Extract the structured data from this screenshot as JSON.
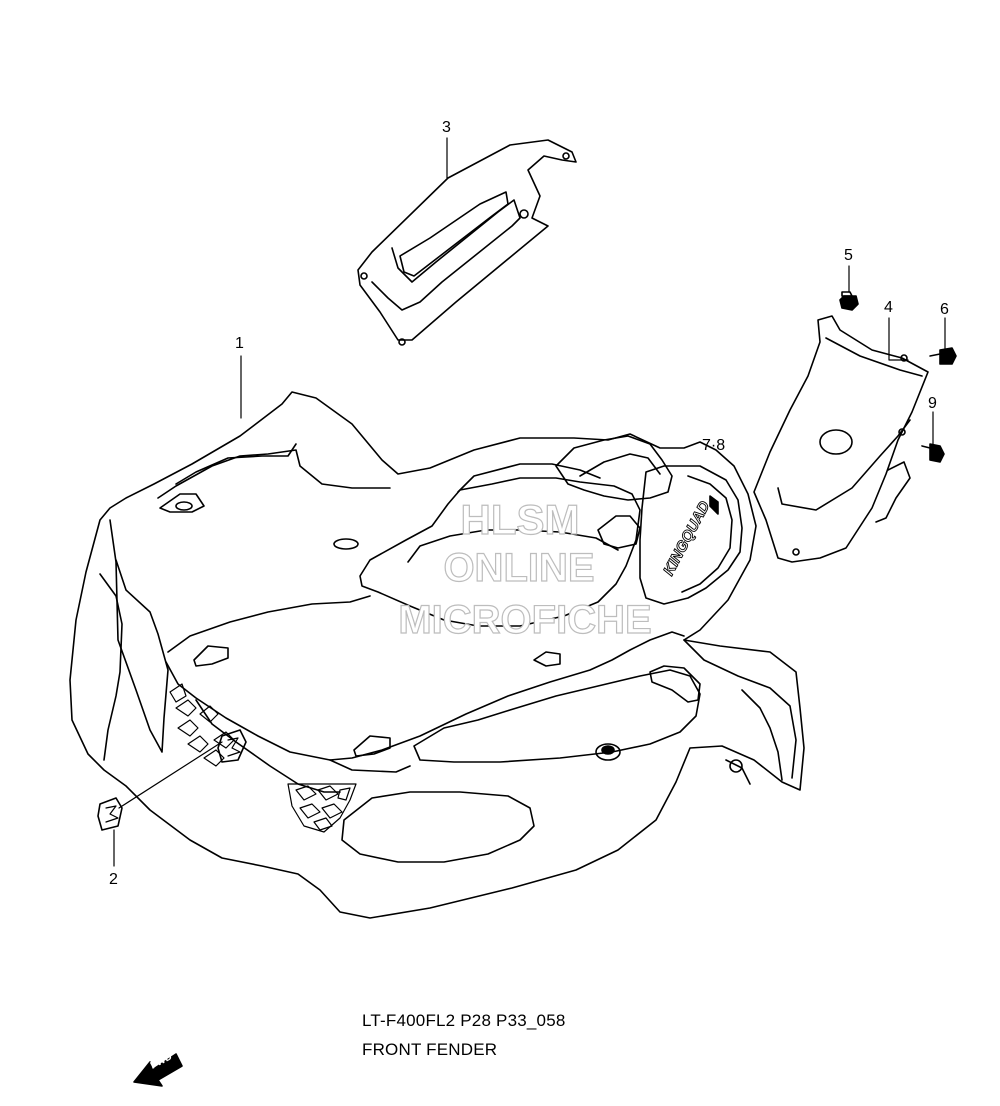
{
  "diagram": {
    "part_code": "LT-F400FL2 P28 P33_058",
    "title": "FRONT FENDER",
    "callouts": [
      "1",
      "2",
      "3",
      "4",
      "5",
      "6",
      "7·8",
      "9"
    ],
    "watermark": [
      "HLSM",
      "ONLINE",
      "MICROFICHE"
    ],
    "decal_text": "KINGQUAD",
    "forward_arrow_label": "FWD"
  }
}
